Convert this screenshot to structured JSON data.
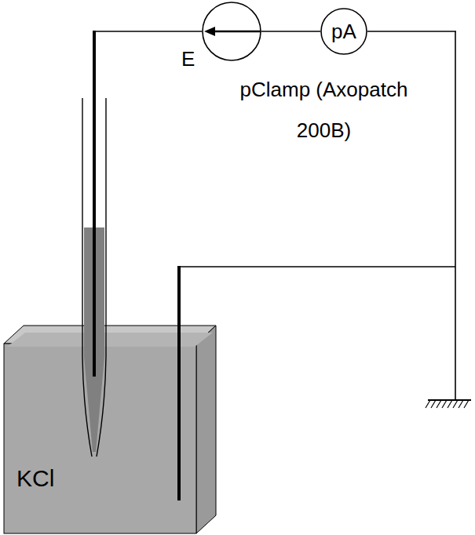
{
  "diagram": {
    "nodes": [
      {
        "text": [
          "E"
        ]
      },
      {
        "text": [
          "pA"
        ]
      },
      {
        "text": [
          "KCl"
        ]
      }
    ],
    "edges": [
      {
        "from": 0,
        "to": 1,
        "arrow": "none"
      }
    ],
    "labels": [
      "pClamp (Axopatch 200B)"
    ]
  }
}
